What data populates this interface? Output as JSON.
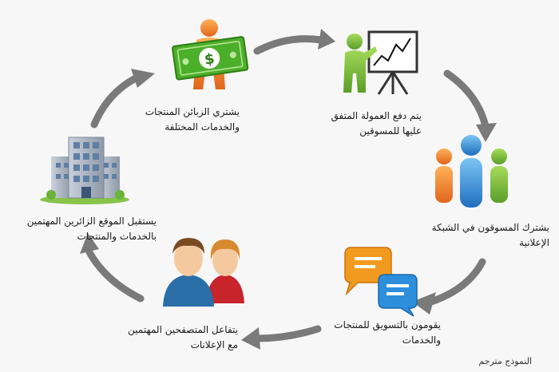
{
  "steps": [
    {
      "line1": "يشتري الزبائن المنتجات",
      "line2": "والخدمات المختلفة",
      "icon": "buyer-with-money-icon"
    },
    {
      "line1": "يتم دفع العمولة المتفق",
      "line2": "عليها للمسوقين",
      "icon": "presenter-chart-icon"
    },
    {
      "line1": "يشترك المسوقون في الشبكة",
      "line2": "الإعلانية",
      "icon": "marketers-group-icon"
    },
    {
      "line1": "يقومون بالتسويق للمنتجات",
      "line2": "والخدمات",
      "icon": "speech-bubbles-icon"
    },
    {
      "line1": "يتفاعل المتصفحين المهتمين",
      "line2": "مع الإعلانات",
      "icon": "users-pair-icon"
    },
    {
      "line1": "يستقبل الموقع الزائرين المهتمين",
      "line2": "بالخدمات والمنتجات",
      "icon": "office-building-icon"
    }
  ],
  "money_symbol": "$",
  "footer": "النموذج مترجم",
  "colors": {
    "arrow": "#7a7a7a",
    "money": "#4caf2a",
    "orange": "#f07a22",
    "green": "#7dc242",
    "blue": "#2e86d6",
    "bubble_orange": "#f29a1f",
    "bubble_blue": "#2d8fdc",
    "building": "#a9b4c2"
  }
}
